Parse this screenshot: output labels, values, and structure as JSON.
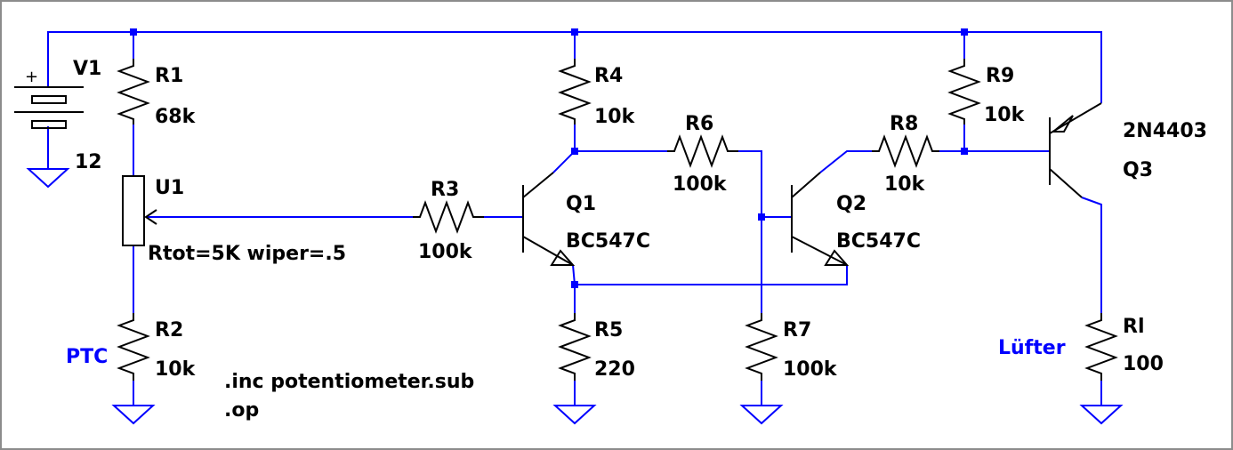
{
  "components": {
    "V1": {
      "name": "V1",
      "value": "12"
    },
    "R1": {
      "name": "R1",
      "value": "68k"
    },
    "U1": {
      "name": "U1",
      "value": "Rtot=5K wiper=.5"
    },
    "R2": {
      "name": "R2",
      "value": "10k"
    },
    "R3": {
      "name": "R3",
      "value": "100k"
    },
    "R4": {
      "name": "R4",
      "value": "10k"
    },
    "R5": {
      "name": "R5",
      "value": "220"
    },
    "R6": {
      "name": "R6",
      "value": "100k"
    },
    "R7": {
      "name": "R7",
      "value": "100k"
    },
    "R8": {
      "name": "R8",
      "value": "10k"
    },
    "R9": {
      "name": "R9",
      "value": "10k"
    },
    "Rl": {
      "name": "Rl",
      "value": "100"
    },
    "Q1": {
      "name": "Q1",
      "value": "BC547C"
    },
    "Q2": {
      "name": "Q2",
      "value": "BC547C"
    },
    "Q3": {
      "name": "Q3",
      "value": "2N4403"
    }
  },
  "net_labels": {
    "ptc": "PTC",
    "fan": "Lüfter"
  },
  "directives": {
    "include": ".inc potentiometer.sub",
    "op": ".op"
  },
  "icons": {
    "plus": "+"
  },
  "colors": {
    "wire": "#0000ff",
    "component": "#000000",
    "background": "#ffffff"
  }
}
